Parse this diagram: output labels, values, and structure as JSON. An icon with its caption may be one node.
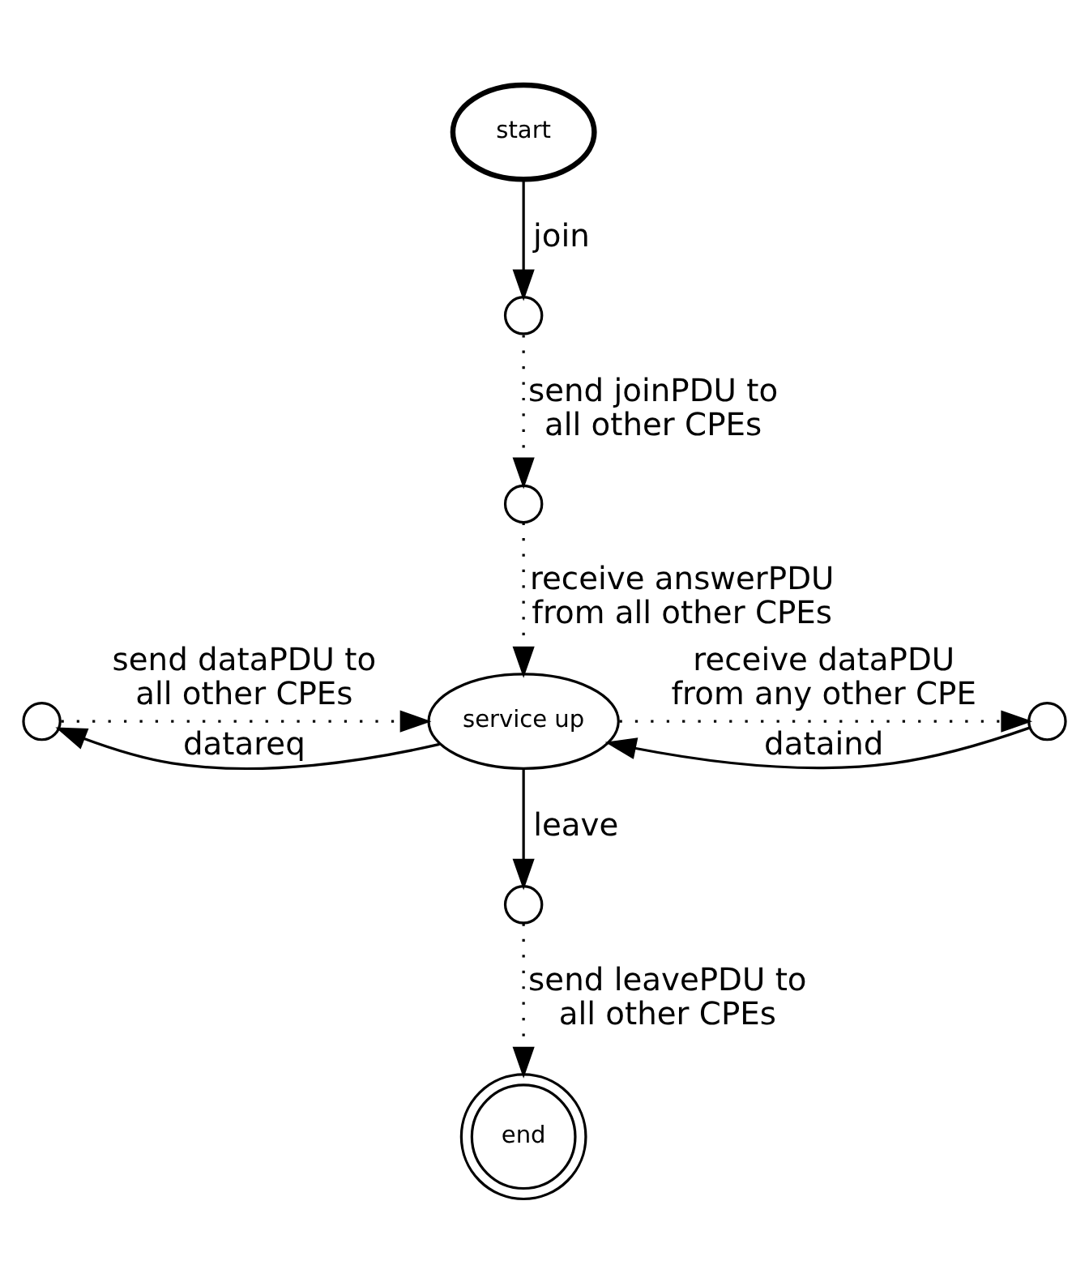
{
  "diagram": {
    "nodes": [
      {
        "text": [
          "start"
        ]
      },
      {
        "text": [],
        "shape": "circle"
      },
      {
        "text": [],
        "shape": "circle"
      },
      {
        "text": [
          "service up"
        ]
      },
      {
        "text": [],
        "shape": "circle"
      },
      {
        "text": [],
        "shape": "circle"
      },
      {
        "text": [],
        "shape": "circle"
      },
      {
        "text": [
          "end"
        ]
      }
    ],
    "edges": [
      {
        "from": 0,
        "to": 1,
        "arrow": "to",
        "label": "join"
      },
      {
        "from": 1,
        "to": 2,
        "arrow": "to",
        "label": "send joinPDU to all other CPEs",
        "style": "dashed"
      },
      {
        "from": 2,
        "to": 3,
        "arrow": "to",
        "label": "receive answerPDU from all other CPEs",
        "style": "dashed"
      },
      {
        "from": 3,
        "to": 4,
        "arrow": "to",
        "label": "datareq"
      },
      {
        "from": 4,
        "to": 3,
        "arrow": "to",
        "label": "send dataPDU to all other CPEs",
        "style": "dashed"
      },
      {
        "from": 5,
        "to": 3,
        "arrow": "to",
        "label": "dataind"
      },
      {
        "from": 3,
        "to": 5,
        "arrow": "to",
        "label": "receive dataPDU from any other CPE",
        "style": "dashed"
      },
      {
        "from": 3,
        "to": 6,
        "arrow": "to",
        "label": "leave"
      },
      {
        "from": 6,
        "to": 7,
        "arrow": "to",
        "label": "send leavePDU to all other CPEs",
        "style": "dashed"
      }
    ]
  }
}
